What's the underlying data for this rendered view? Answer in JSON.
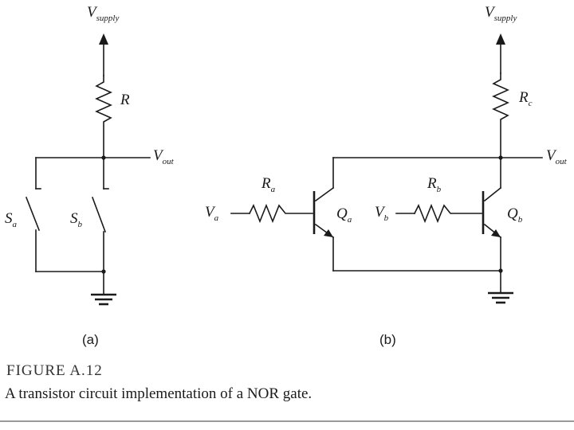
{
  "figure": {
    "title": "FIGURE A.12",
    "caption": "A transistor circuit implementation of a NOR gate."
  },
  "panel_a": {
    "label": "(a)",
    "supply": {
      "main": "V",
      "sub": "supply"
    },
    "resistor": {
      "main": "R",
      "sub": ""
    },
    "output": {
      "main": "V",
      "sub": "out"
    },
    "switch_a": {
      "main": "S",
      "sub": "a"
    },
    "switch_b": {
      "main": "S",
      "sub": "b"
    }
  },
  "panel_b": {
    "label": "(b)",
    "supply": {
      "main": "V",
      "sub": "supply"
    },
    "resistor_c": {
      "main": "R",
      "sub": "c"
    },
    "output": {
      "main": "V",
      "sub": "out"
    },
    "input_a": {
      "main": "V",
      "sub": "a"
    },
    "resistor_a": {
      "main": "R",
      "sub": "a"
    },
    "transistor_a": {
      "main": "Q",
      "sub": "a"
    },
    "input_b": {
      "main": "V",
      "sub": "b"
    },
    "resistor_b": {
      "main": "R",
      "sub": "b"
    },
    "transistor_b": {
      "main": "Q",
      "sub": "b"
    }
  }
}
